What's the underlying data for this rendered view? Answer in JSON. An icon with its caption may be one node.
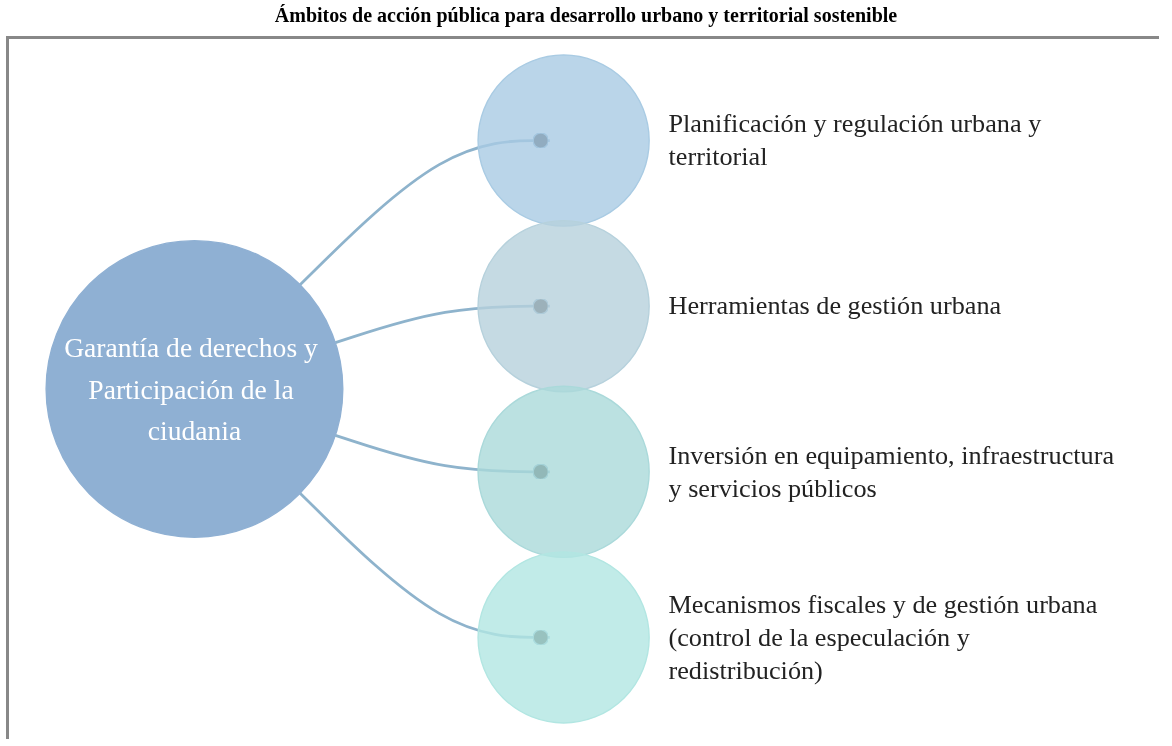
{
  "diagram": {
    "title": "Ámbitos de acción pública para desarrollo urbano y territorial sostenible",
    "nodes": [
      {
        "text": [
          "Garantía de derechos y Participación de la ciudania"
        ]
      },
      {
        "text": [],
        "shape": "circle",
        "beside": [
          "Planificación y regulación urbana y territorial"
        ]
      },
      {
        "text": [],
        "shape": "circle",
        "beside": [
          "Herramientas de gestión urbana"
        ]
      },
      {
        "text": [],
        "shape": "circle",
        "beside": [
          "Inversión en equipamiento, infraestructura y servicios públicos"
        ]
      },
      {
        "text": [],
        "shape": "circle",
        "beside": [
          "Mecanismos fiscales y de gestión urbana (control de la especulación y redistribución)"
        ]
      }
    ],
    "edges": [
      {
        "from": 0,
        "to": 1,
        "arrow": "other"
      },
      {
        "from": 0,
        "to": 2,
        "arrow": "other"
      },
      {
        "from": 0,
        "to": 3,
        "arrow": "other"
      },
      {
        "from": 0,
        "to": 4,
        "arrow": "other"
      }
    ]
  }
}
